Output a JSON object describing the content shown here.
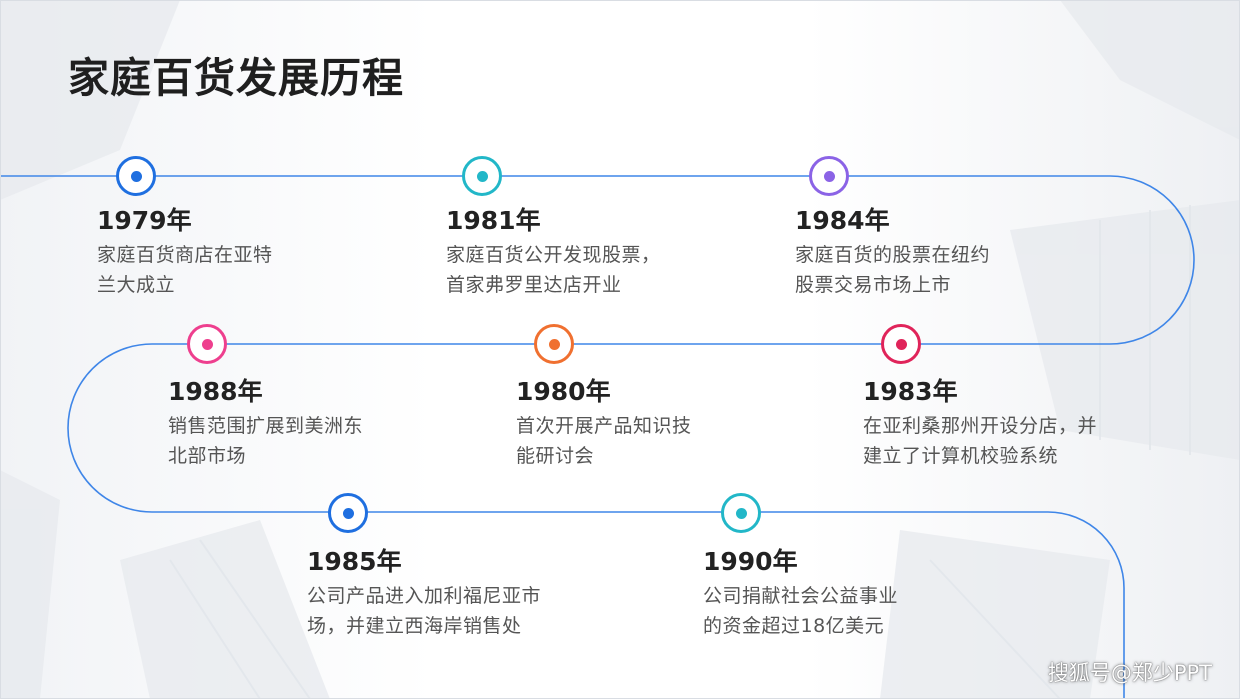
{
  "title": "家庭百货发展历程",
  "colors": {
    "line": "#3f86e8",
    "nodes": [
      "#1f6fe0",
      "#22b7c8",
      "#8b63e6",
      "#ee3f8e",
      "#f07030",
      "#e0245a",
      "#1f6fe0",
      "#22b7c8"
    ]
  },
  "milestones": [
    {
      "year": "1979年",
      "line1": "家庭百货商店在亚特",
      "line2": "兰大成立"
    },
    {
      "year": "1981年",
      "line1": "家庭百货公开发现股票，",
      "line2": "首家弗罗里达店开业"
    },
    {
      "year": "1984年",
      "line1": "家庭百货的股票在纽约",
      "line2": "股票交易市场上市"
    },
    {
      "year": "1988年",
      "line1": "销售范围扩展到美洲东",
      "line2": "北部市场"
    },
    {
      "year": "1980年",
      "line1": "首次开展产品知识技",
      "line2": "能研讨会"
    },
    {
      "year": "1983年",
      "line1": "在亚利桑那州开设分店，并",
      "line2": "建立了计算机校验系统"
    },
    {
      "year": "1985年",
      "line1": "公司产品进入加利福尼亚市",
      "line2": "场，并建立西海岸销售处"
    },
    {
      "year": "1990年",
      "line1": "公司捐献社会公益事业",
      "line2": "的资金超过18亿美元"
    }
  ],
  "watermark": "搜狐号@郑少PPT"
}
